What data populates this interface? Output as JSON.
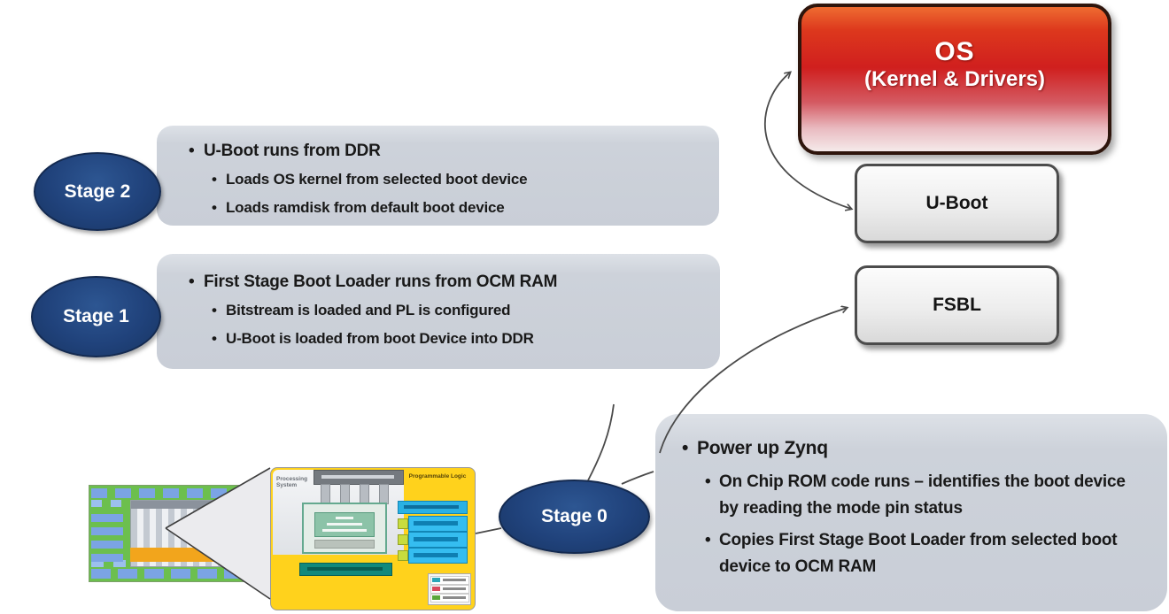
{
  "diagram": {
    "stage2": {
      "label": "Stage 2",
      "main": "U-Boot runs from DDR",
      "sub": [
        "Loads OS kernel from selected boot device",
        "Loads ramdisk from default boot device"
      ]
    },
    "stage1": {
      "label": "Stage 1",
      "main": "First Stage Boot Loader runs from OCM RAM",
      "sub": [
        "Bitstream is loaded and PL is configured",
        "U-Boot is loaded from boot Device into DDR"
      ]
    },
    "stage0": {
      "label": "Stage 0",
      "main": "Power up Zynq",
      "sub": [
        "On Chip ROM code runs – identifies the boot device by reading the mode pin status",
        "Copies First Stage Boot Loader from selected boot device to OCM RAM"
      ]
    },
    "os_box": {
      "title": "OS",
      "subtitle": "(Kernel & Drivers)"
    },
    "uboot_box": {
      "label": "U-Boot"
    },
    "fsbl_box": {
      "label": "FSBL"
    },
    "chip": {
      "ps_label": "Processing System",
      "pl_label": "Programmable Logic"
    },
    "colors": {
      "stage_ellipse_blue": "#20427b",
      "info_box_gray": "#ccd1d9",
      "os_red": "#d01f1e",
      "component_box_gray": "#ededed",
      "pl_yellow": "#ffd21c",
      "pl_cyan": "#2ab1e4",
      "memory_teal": "#12897c",
      "die_green": "#6cbf4e"
    }
  }
}
